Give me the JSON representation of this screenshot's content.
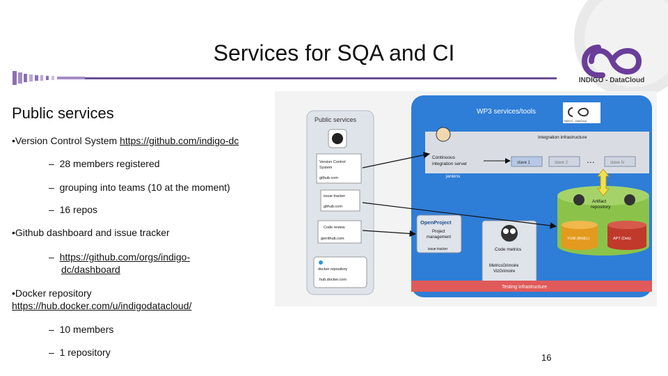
{
  "slide": {
    "title": "Services for SQA and CI",
    "logo_text": "INDIGO - DataCloud",
    "section_heading": "Public services",
    "page_number": "16"
  },
  "bullets": [
    {
      "prefix": "•Version Control System ",
      "link": "https://github.com/indigo-dc",
      "subs": [
        "28 members registered",
        "grouping into teams (10 at the moment)",
        "16 repos"
      ]
    },
    {
      "prefix": "•Github dashboard and issue tracker",
      "link_line1": "https://github.com/orgs/indigo-",
      "link_line2": "dc/dashboard"
    },
    {
      "prefix": "•Docker repository",
      "link": "https://hub.docker.com/u/indigodatacloud/",
      "subs": [
        "10 members",
        "1 repository"
      ]
    }
  ],
  "dash": "–",
  "diagram": {
    "public_services_title": "Public services",
    "vcs_label_1": "Version Control",
    "vcs_label_2": "System",
    "vcs_host": "github.com",
    "issue_label": "issue tracker",
    "issue_host": "github.com",
    "review_label": "Code review",
    "review_host": "gerrithub.com",
    "docker_label": "docker repository",
    "docker_host": "hub.docker.com",
    "wp3_title": "WP3 services/tools",
    "indigo_small": "INDIGO - DataCloud",
    "integration_title": "Integration infrastructure",
    "ci_label_1": "Continuous",
    "ci_label_2": "integration server",
    "jenkins": "jenkins",
    "slave1": "slave 1",
    "slave2": "slave 2",
    "slaveN": "slave N",
    "ellipsis": "...",
    "artifact_1": "Artifact",
    "artifact_2": "repository",
    "yum": "YUM (RHEL)",
    "apt": "APT (Deb)",
    "openproject": "OpenProject",
    "pm_1": "Project",
    "pm_2": "management",
    "pm_3": "issue tracker",
    "code_metrics": "Code metrics",
    "metrics_tool_1": "MetricsGrimoire",
    "metrics_tool_2": "VizGrimoire",
    "testing": "Testing infrastructure"
  },
  "colors": {
    "accent_purple": "#6a3d9a",
    "diagram_blue": "#2e7dd7",
    "integration_gray": "#d9dde3",
    "artifact_green": "#8bc34a",
    "yum_orange": "#e39a1e",
    "apt_red": "#c0392b",
    "testing_red": "#e05a5a"
  }
}
